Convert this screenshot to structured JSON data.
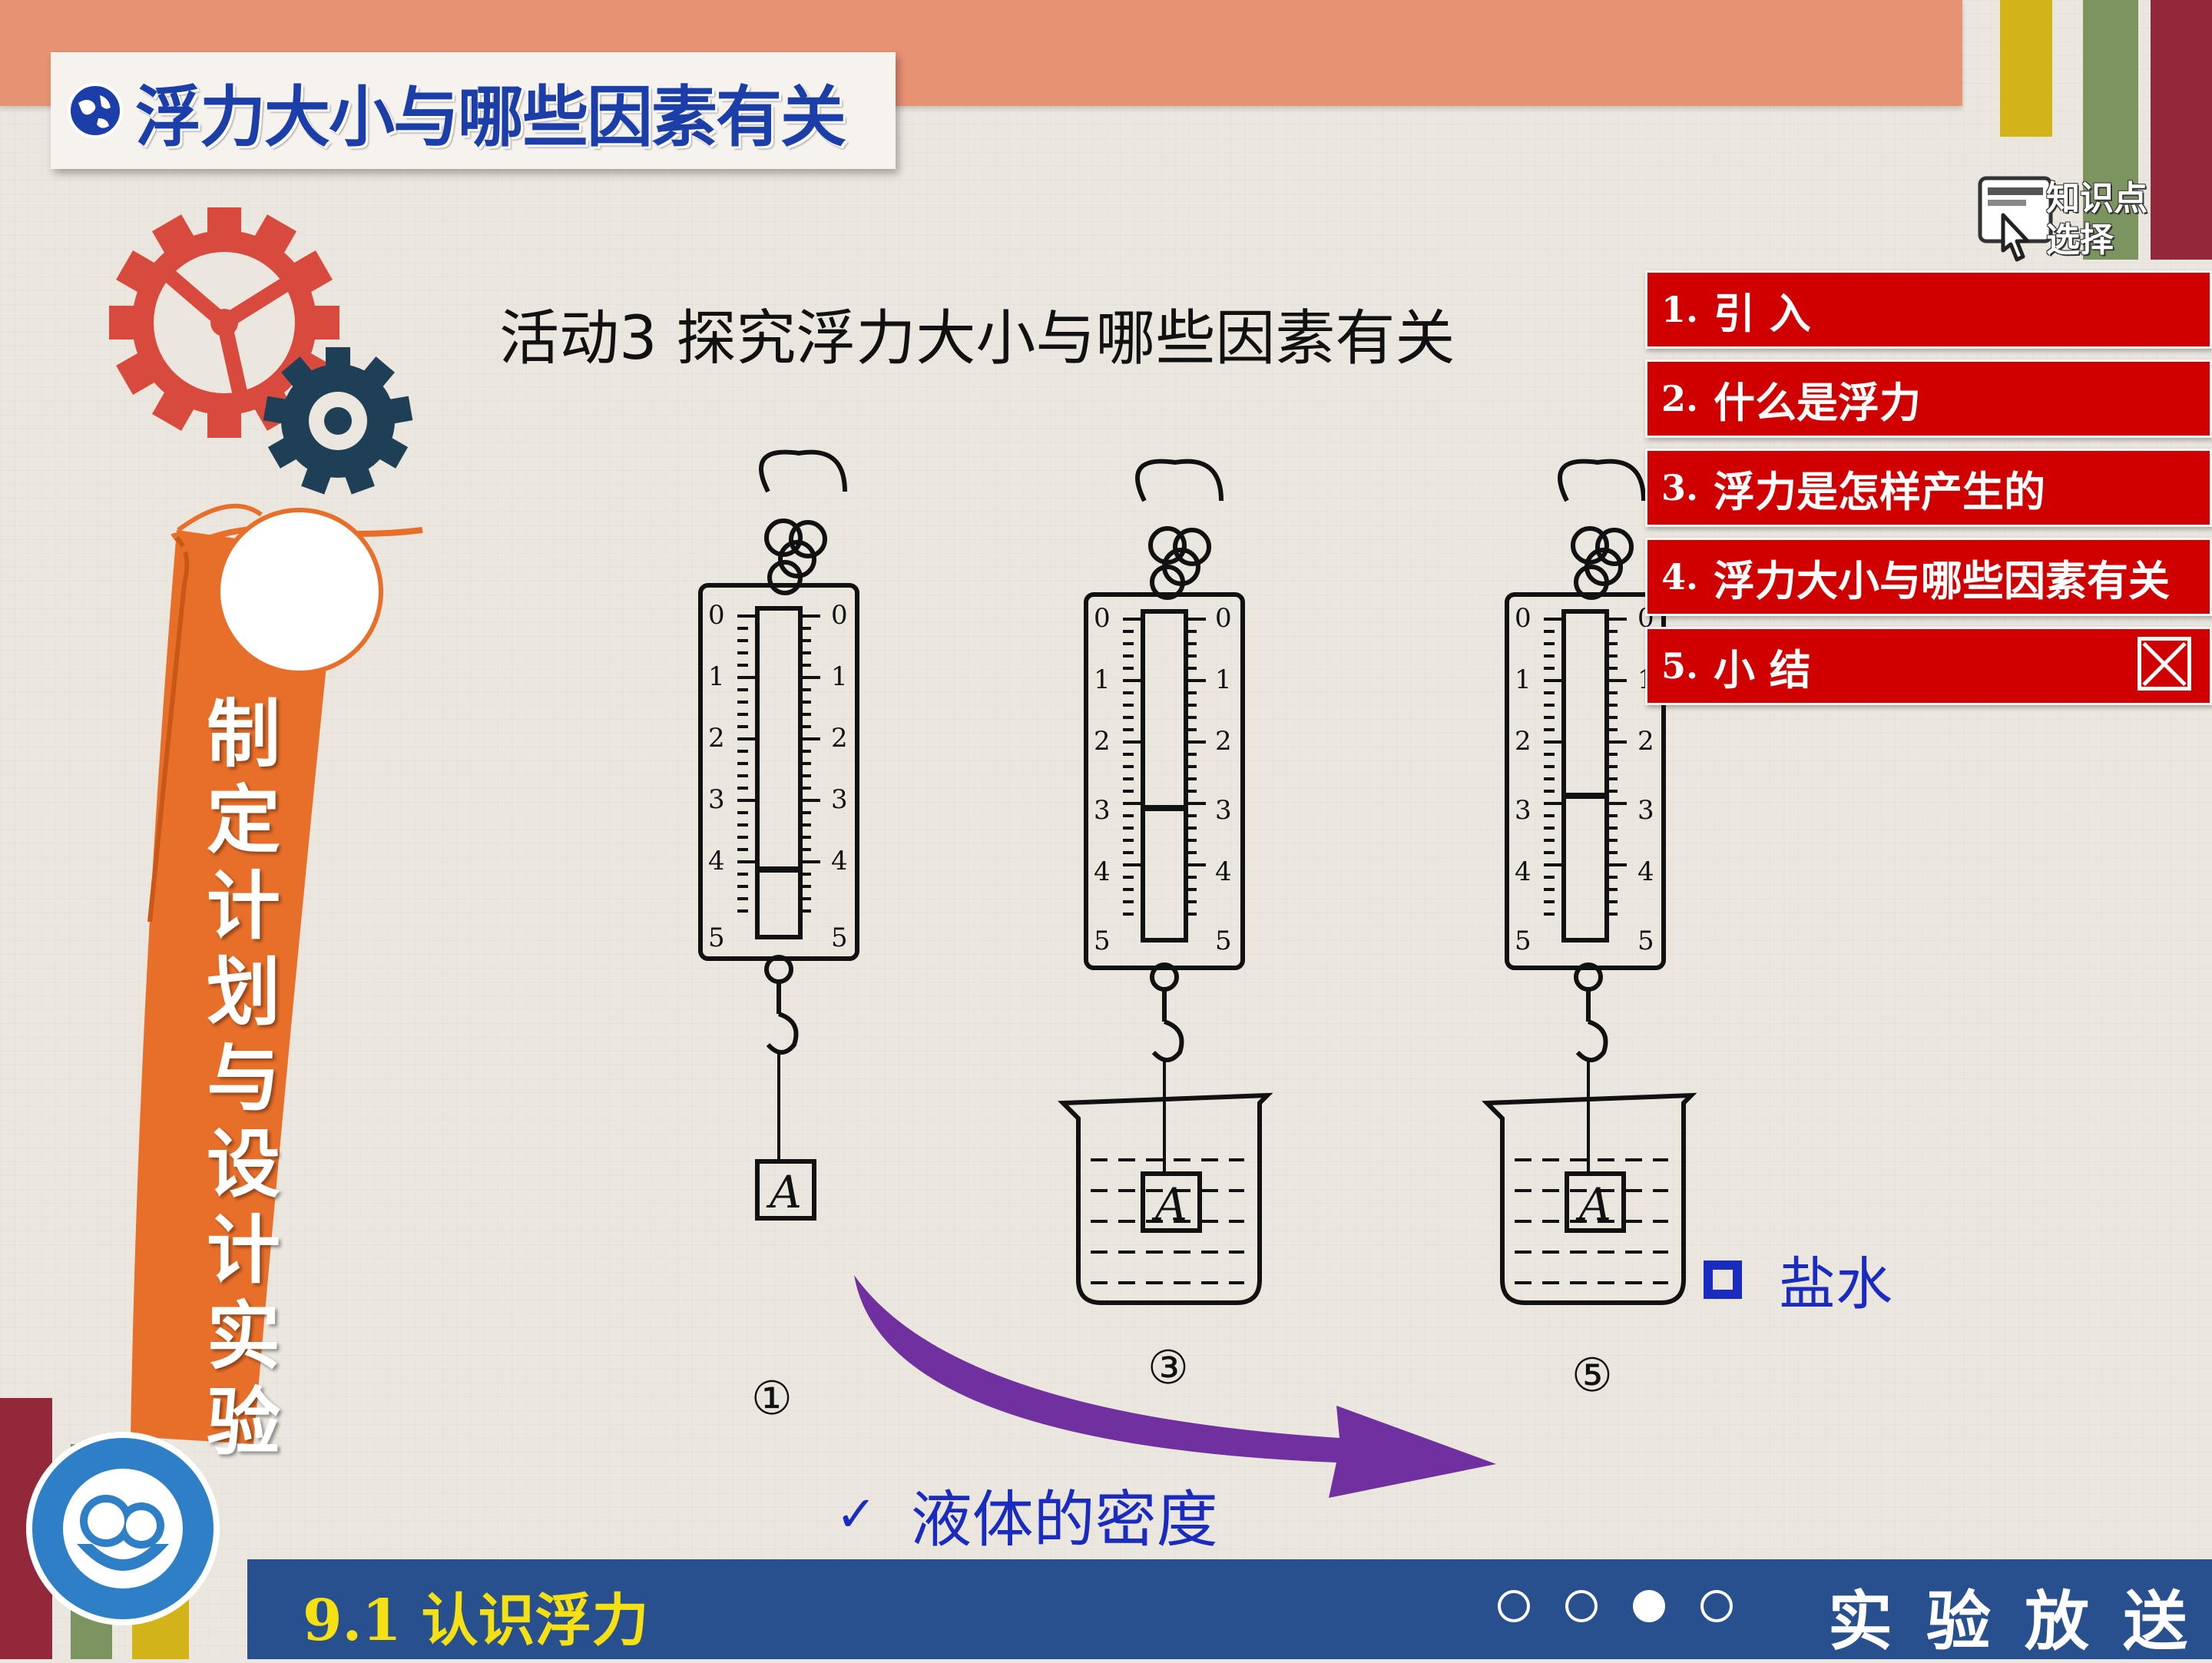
{
  "header": {
    "title": "浮力大小与哪些因素有关"
  },
  "knowledge_button": {
    "line1": "知识点",
    "line2": "选择"
  },
  "activity_title": "活动3  探究浮力大小与哪些因素有关",
  "sidebar": {
    "vertical_text": "制定计划与设计实验"
  },
  "menu": {
    "items": [
      {
        "num": "1.",
        "label": "引  入"
      },
      {
        "num": "2.",
        "label": "什么是浮力"
      },
      {
        "num": "3.",
        "label": "浮力是怎样产生的"
      },
      {
        "num": "4.",
        "label": "浮力大小与哪些因素有关"
      },
      {
        "num": "5.",
        "label": "小  结"
      }
    ]
  },
  "figures": {
    "scale_marks": [
      "0",
      "1",
      "2",
      "3",
      "4",
      "5"
    ],
    "block_label": "A",
    "labels": [
      "①",
      "③",
      "⑤"
    ]
  },
  "options": {
    "salt_water": "盐水",
    "density": "液体的密度",
    "check_glyph": "✓"
  },
  "footer": {
    "chapter": "9.1 认识浮力",
    "right_text": "实验放送"
  },
  "colors": {
    "top_band": "#e89274",
    "menu_red": "#d00000",
    "footer_blue": "#29508e",
    "accent_blue": "#1a2bbf",
    "arrow_purple": "#7030a0",
    "sidebar_orange": "#e86f2a"
  },
  "icons": {
    "globe": "globe-icon",
    "gear_large": "gear-icon",
    "gear_small": "gear-icon",
    "hand_pointer": "hand-pointer-icon",
    "close": "close-icon",
    "school_logo": "school-logo-icon"
  }
}
